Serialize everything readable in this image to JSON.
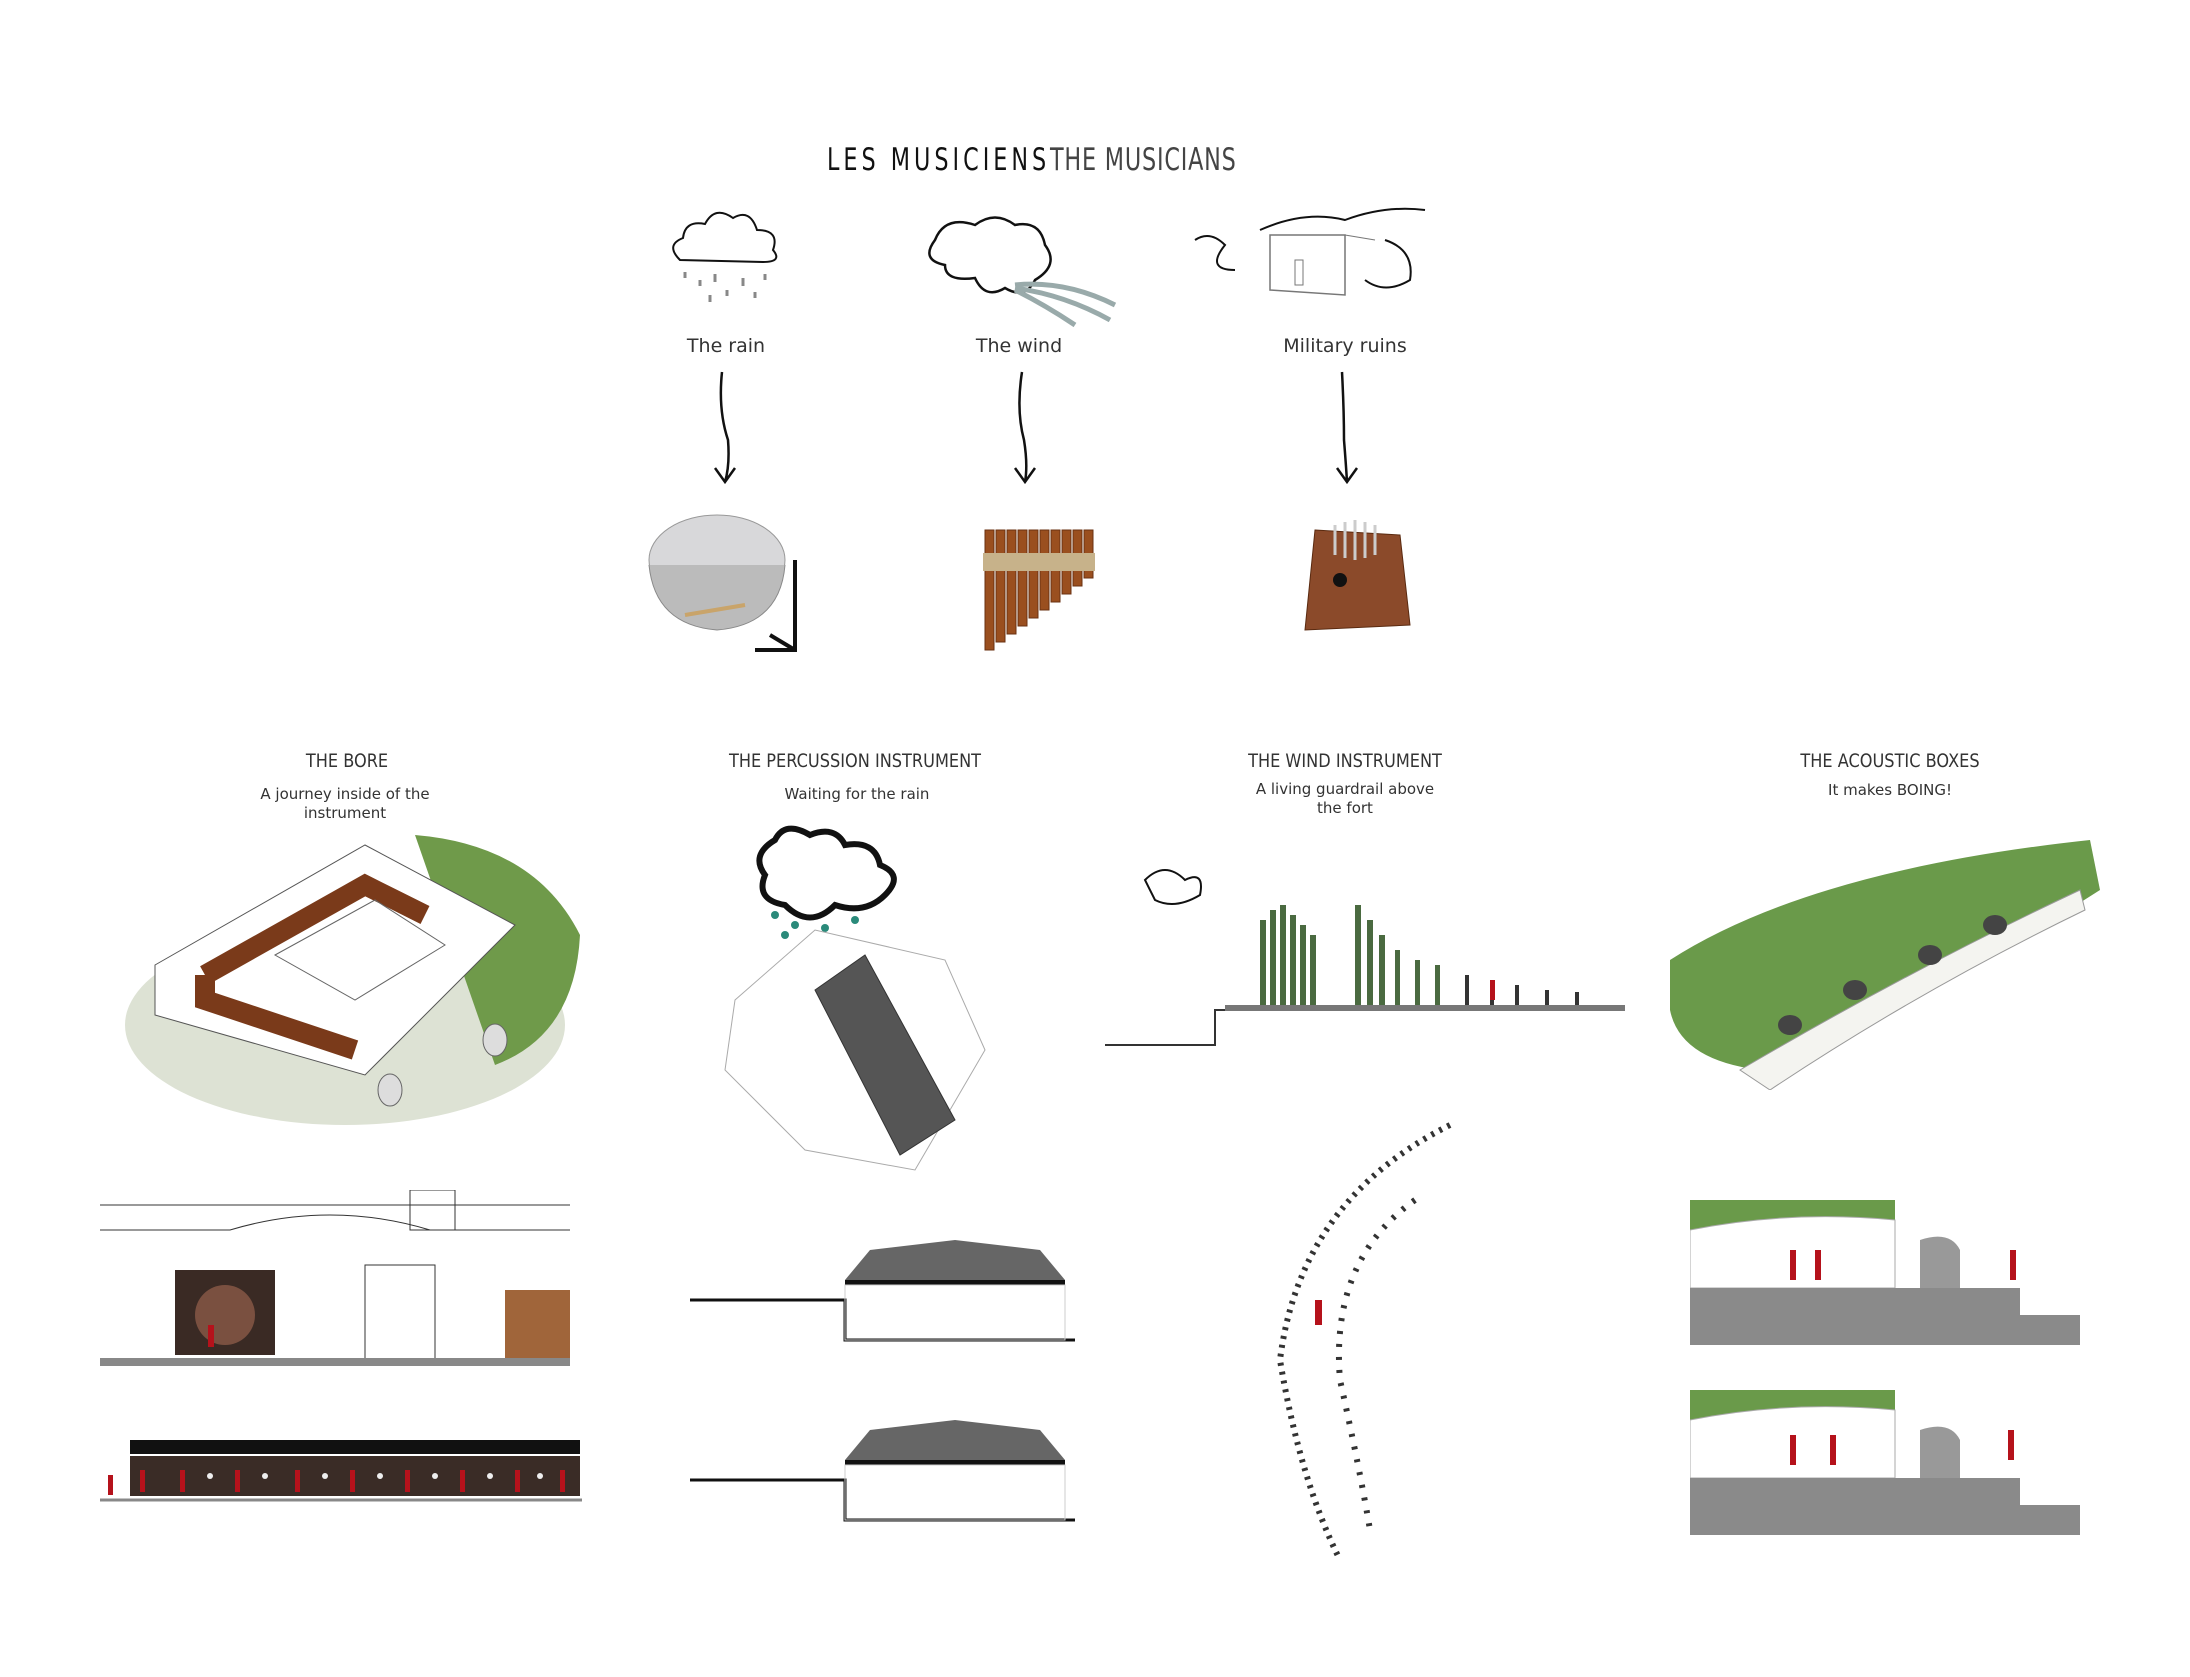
{
  "title": {
    "french": "LES MUSICIENS",
    "english": "THE MUSICIANS"
  },
  "sources": [
    {
      "label": "The rain",
      "icon": "rain-cloud-icon",
      "instrument": "steel-drum"
    },
    {
      "label": "The wind",
      "icon": "wind-cloud-icon",
      "instrument": "pan-flute"
    },
    {
      "label": "Military ruins",
      "icon": "ruins-icon",
      "instrument": "kalimba"
    }
  ],
  "sections": [
    {
      "title": "THE BORE",
      "subtitle": "A journey inside of the instrument"
    },
    {
      "title": "THE PERCUSSION INSTRUMENT",
      "subtitle": "Waiting for the rain"
    },
    {
      "title": "THE WIND INSTRUMENT",
      "subtitle": "A living guardrail above the fort"
    },
    {
      "title": "THE ACOUSTIC BOXES",
      "subtitle": "It makes BOING!"
    }
  ],
  "colors": {
    "accent_red": "#b5121b",
    "grass": "#5a8a3a",
    "rust": "#7a3a1a"
  }
}
